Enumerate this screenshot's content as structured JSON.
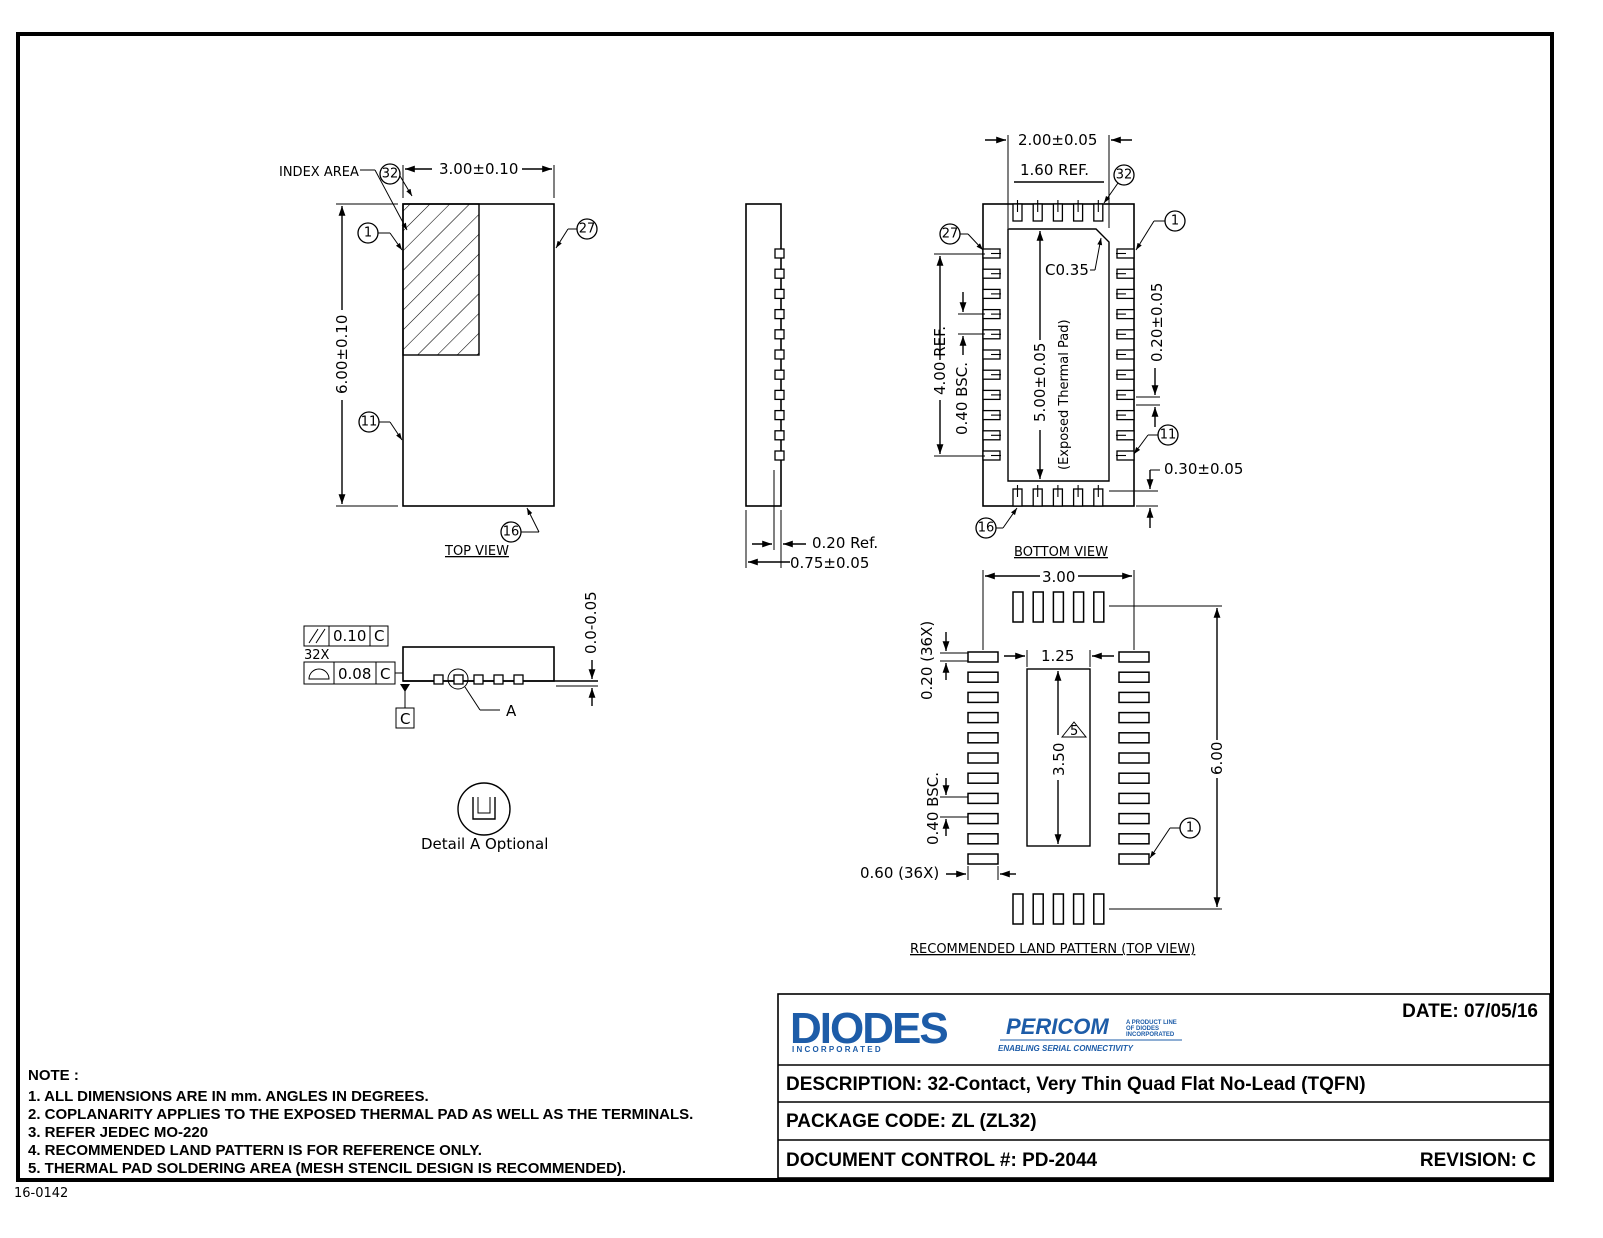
{
  "views": {
    "top_view_label": "TOP VIEW",
    "bottom_view_label": "BOTTOM VIEW",
    "land_pattern_label": "RECOMMENDED LAND PATTERN (TOP VIEW)",
    "detail_label": "Detail A Optional"
  },
  "top_view": {
    "index_area": "INDEX AREA",
    "width_dim": "3.00±0.10",
    "height_dim": "6.00±0.10",
    "pins": [
      "32",
      "1",
      "27",
      "11",
      "16"
    ]
  },
  "side_view": {
    "ref_dim": "0.20 Ref.",
    "height_dim": "0.75±0.05",
    "coplanarity": "0.0-0.05",
    "parallel_tol": "0.10",
    "datum": "C",
    "count": "32X",
    "profile_tol": "0.08",
    "detail_ref": "A"
  },
  "bottom_view": {
    "pad_width": "2.00±0.05",
    "pad_ref": "1.60 REF.",
    "chamfer": "C0.35",
    "span_ref": "4.00 REF.",
    "pitch": "0.40 BSC.",
    "pad_length": "5.00±0.05",
    "thermal_pad": "(Exposed Thermal Pad)",
    "lead_width": "0.20±0.05",
    "lead_length": "0.30±0.05",
    "pins": [
      "32",
      "27",
      "1",
      "11",
      "16"
    ]
  },
  "land_pattern": {
    "width": "3.00",
    "pad_w_count": "0.20 (36X)",
    "pitch": "0.40 BSC.",
    "center_width": "1.25",
    "center_length": "3.50",
    "note_ref": "5",
    "height": "6.00",
    "pad_len_count": "0.60 (36X)",
    "pin": "1"
  },
  "notes": {
    "title": "NOTE :",
    "items": [
      "1. ALL DIMENSIONS ARE IN mm. ANGLES IN DEGREES.",
      "2. COPLANARITY APPLIES TO THE EXPOSED THERMAL PAD AS WELL AS THE TERMINALS.",
      "3. REFER JEDEC MO-220",
      "4. RECOMMENDED LAND PATTERN IS FOR REFERENCE ONLY.",
      "5. THERMAL PAD SOLDERING AREA (MESH STENCIL DESIGN IS RECOMMENDED)."
    ]
  },
  "title_block": {
    "brand": "DIODES",
    "brand_sub": "I N C O R P O R A T E D",
    "brand2": "PERICOM",
    "brand2_sub": "ENABLING SERIAL CONNECTIVITY",
    "brand2_tag1": "A PRODUCT LINE",
    "brand2_tag2": "OF DIODES",
    "brand2_tag3": "INCORPORATED",
    "date": "DATE: 07/05/16",
    "description": "DESCRIPTION: 32-Contact, Very Thin Quad Flat No-Lead (TQFN)",
    "package_code": "PACKAGE CODE:  ZL  (ZL32)",
    "doc_control": "DOCUMENT CONTROL #: PD-2044",
    "revision": "REVISION: C"
  },
  "footer_code": "16-0142",
  "colors": {
    "brand_blue": "#1d5ca8"
  }
}
